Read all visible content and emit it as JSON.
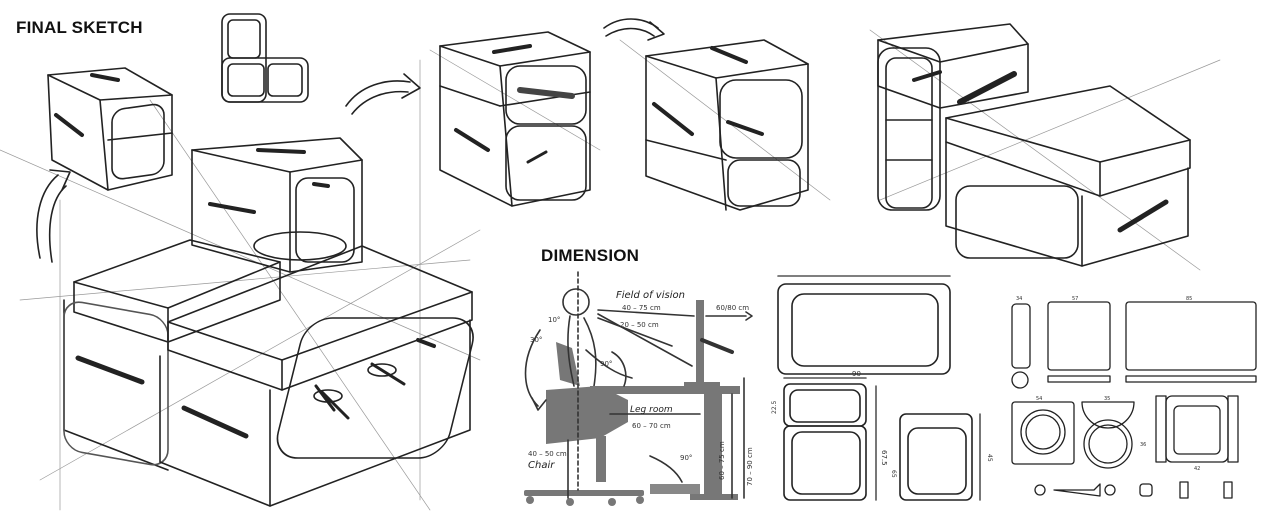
{
  "headings": {
    "final_sketch": "FINAL SKETCH",
    "dimension": "DIMENSION"
  },
  "ergonomics": {
    "field_of_vision": "Field of vision",
    "fov_range": "40 – 75 cm",
    "near_range": "20 – 50 cm",
    "screen_distance": "60/80 cm",
    "leg_room": "Leg room",
    "leg_room_range": "60 – 70 cm",
    "chair": "Chair",
    "chair_height": "40 – 50 cm",
    "desk_height": "60 – 75 cm",
    "desk_height_alt": "70 – 90 cm",
    "angle_90": "90°",
    "angle_30": "30°",
    "angle_10": "10°"
  },
  "elevations": {
    "top_width": "90",
    "side_height": "67.5",
    "lower_height": "22.5",
    "small_depth": "65",
    "small_height": "45"
  },
  "parts": {
    "dims_top": [
      "34",
      "57",
      "85"
    ],
    "dims_mid": [
      "54",
      "35",
      "36",
      "42"
    ]
  }
}
